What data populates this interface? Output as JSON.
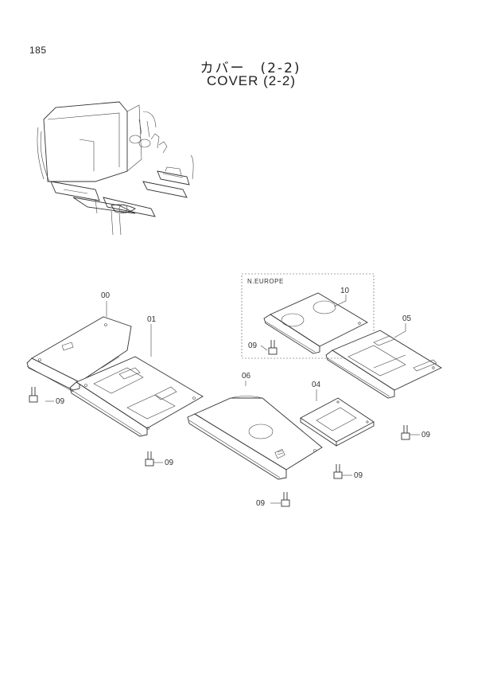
{
  "page": {
    "number": "185"
  },
  "title": {
    "japanese": "カバー　(2-2)",
    "english": "COVER (2-2)"
  },
  "region_label": "N.EUROPE",
  "callouts": [
    "00",
    "01",
    "04",
    "05",
    "06",
    "10",
    "09"
  ]
}
